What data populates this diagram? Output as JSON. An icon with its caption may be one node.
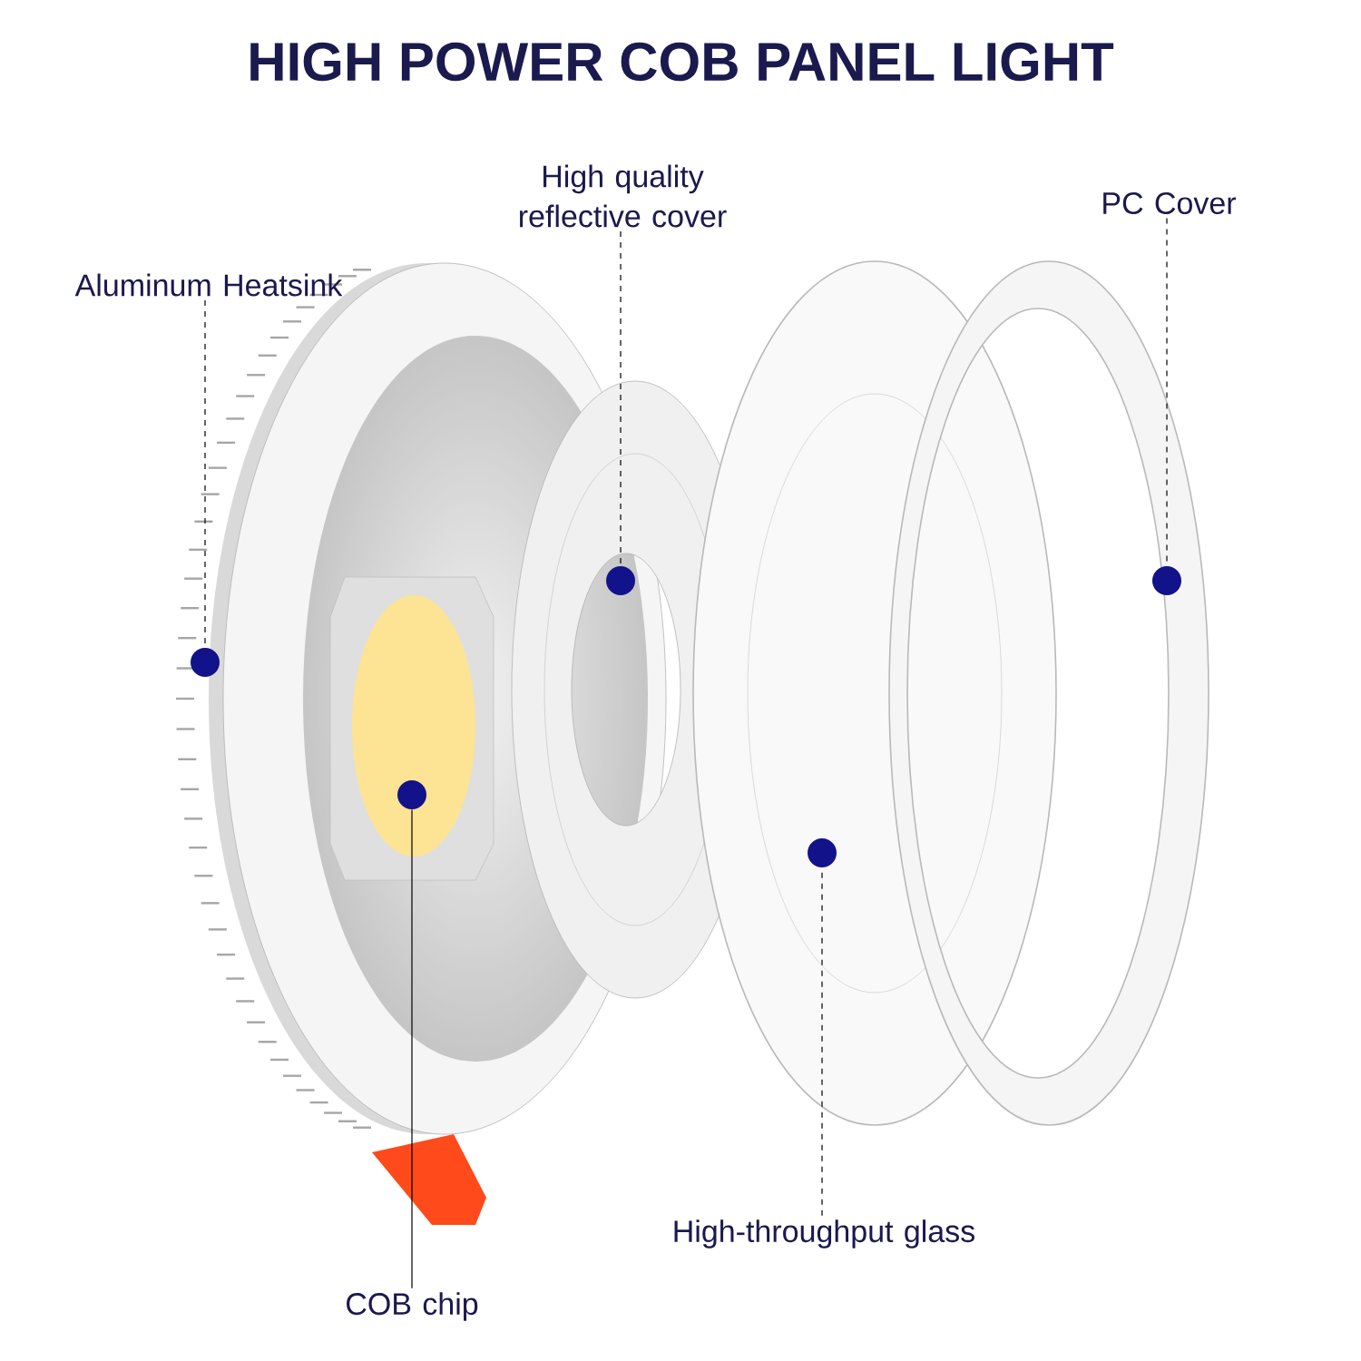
{
  "diagram": {
    "title": "HIGH POWER COB PANEL LIGHT",
    "nodes": [
      {
        "text": [
          "Aluminum Heatsink"
        ]
      },
      {
        "text": [
          "High quality reflective cover"
        ]
      },
      {
        "text": [
          "PC Cover"
        ]
      },
      {
        "text": [
          "High-throughput glass"
        ]
      },
      {
        "text": [
          "COB chip"
        ]
      },
      {
        "text": [],
        "shape": "circle"
      },
      {
        "text": [],
        "shape": "circle"
      },
      {
        "text": [],
        "shape": "circle"
      },
      {
        "text": [],
        "shape": "circle"
      },
      {
        "text": [],
        "shape": "circle"
      }
    ],
    "edges": [
      {
        "from": 0,
        "to": 5,
        "arrow": "none",
        "style": "dashed"
      },
      {
        "from": 1,
        "to": 6,
        "arrow": "none",
        "style": "dashed"
      },
      {
        "from": 2,
        "to": 7,
        "arrow": "none",
        "style": "dashed"
      },
      {
        "from": 3,
        "to": 8,
        "arrow": "none",
        "style": "dashed"
      },
      {
        "from": 4,
        "to": 9,
        "arrow": "none"
      }
    ]
  }
}
